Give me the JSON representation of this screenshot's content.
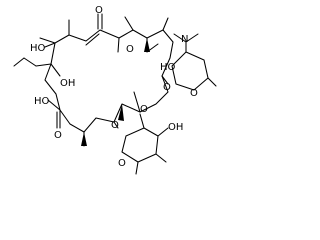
{
  "molecule": {
    "atoms": {
      "ketone_o": "O",
      "ho_c11": "HO",
      "oh_c12": "OH",
      "ome_top": "O",
      "ho_acid": "HO",
      "o_acid": "O",
      "n_amine": "N",
      "ho_desosamine": "HO",
      "o_glyc1": "O",
      "o_ring1": "O",
      "o_glyc2": "O",
      "o_ring2": "O",
      "ome_cladinose": "O",
      "oh_cladinose": "OH"
    }
  }
}
